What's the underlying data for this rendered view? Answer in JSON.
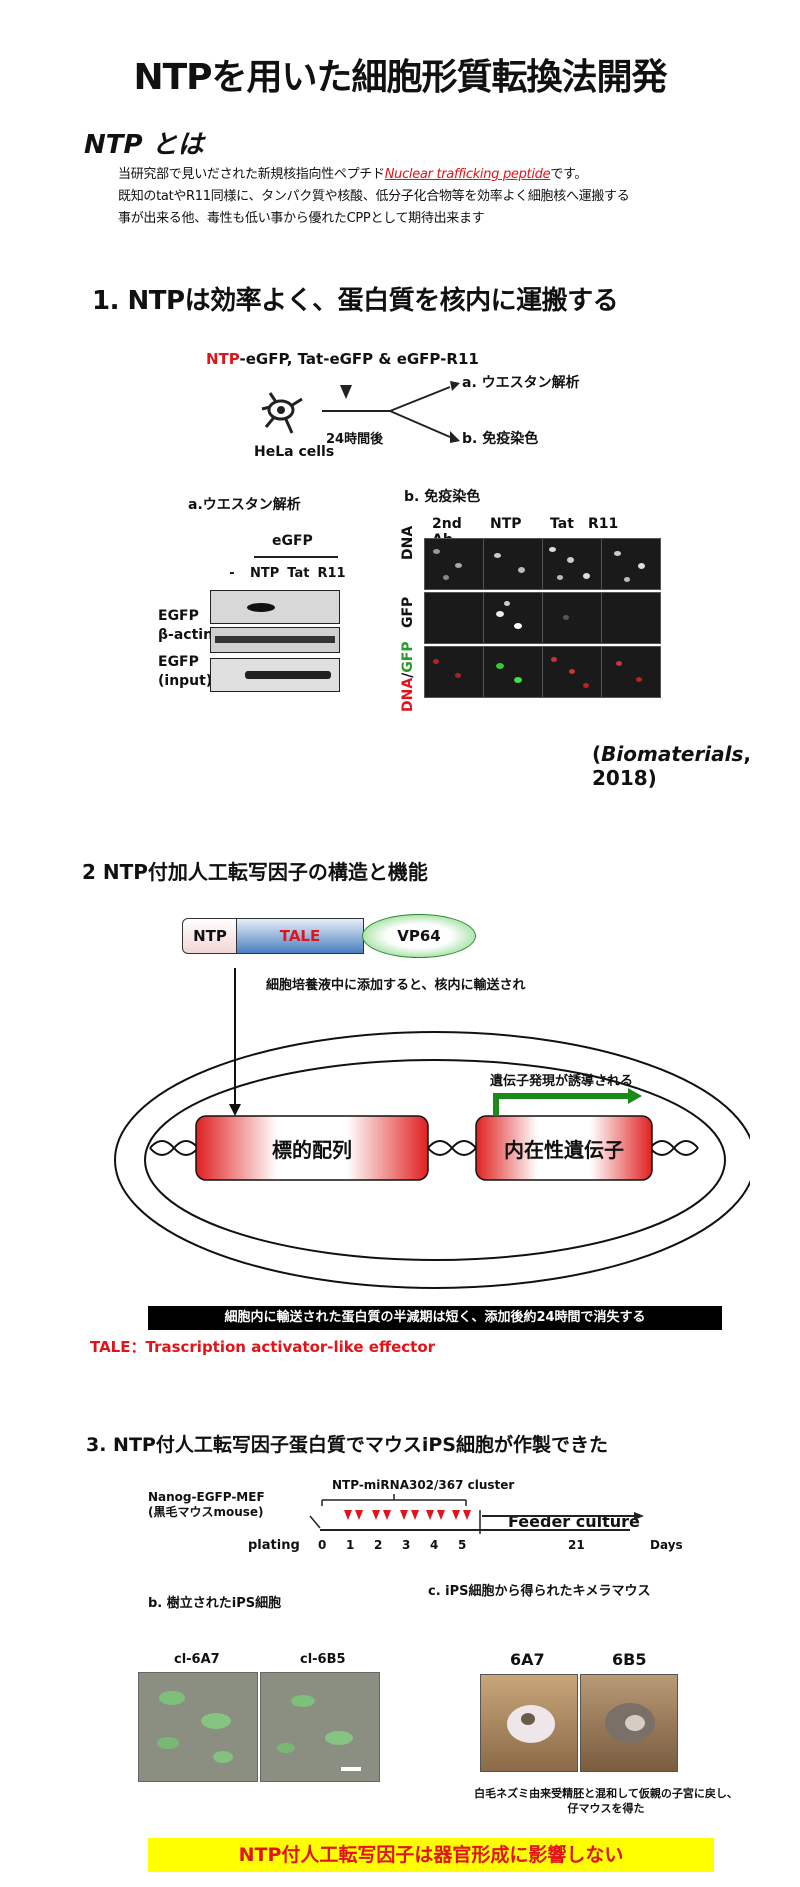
{
  "title": "NTPを用いた細胞形質転換法開発",
  "intro": {
    "heading": "NTP とは",
    "line1_pre": "当研究部で見いだされた新規核指向性ペプチド",
    "line1_link": "Nuclear trafficking peptide",
    "line1_post": "です。",
    "line2": "既知のtatやR11同様に、タンパク質や核酸、低分子化合物等を効率よく細胞核へ運搬する",
    "line3": "事が出来る他、毒性も低い事から優れたCPPとして期待出来ます"
  },
  "section1": {
    "heading": "1. NTPは効率よく、蛋白質を核内に運搬する",
    "constructs_red": "NTP",
    "constructs_rest": "-eGFP, Tat-eGFP & eGFP-R11",
    "cell_label": "HeLa cells",
    "time_label": "24時間後",
    "branch_a": "a. ウエスタン解析",
    "branch_b": "b. 免疫染色",
    "western": {
      "heading": "a.ウエスタン解析",
      "group_label": "eGFP",
      "lanes": [
        "-",
        "NTP",
        "Tat",
        "R11"
      ],
      "row1": "EGFP",
      "row2": "β-actin",
      "row3a": "EGFP",
      "row3b": "(input)"
    },
    "immuno": {
      "heading": "b. 免疫染色",
      "cols": [
        "2nd Ab",
        "NTP",
        "Tat",
        "R11"
      ],
      "rows": [
        "DNA",
        "GFP",
        "DNA/GFP"
      ],
      "merge_dna": "DNA",
      "merge_sep": "/",
      "merge_gfp": "GFP"
    },
    "citation_journal": "Biomaterials",
    "citation_year": ", 2018)",
    "citation_open": "("
  },
  "section2": {
    "heading": "2 NTP付加人工転写因子の構造と機能",
    "ntp": "NTP",
    "tale": "TALE",
    "vp64": "VP64",
    "add_text": "細胞培養液中に添加すると、核内に輸送され",
    "induce_text": "遺伝子発現が誘導される",
    "target_seq": "標的配列",
    "endogenous_gene": "内在性遺伝子",
    "halflife_text": "細胞内に輸送された蛋白質の半減期は短く、添加後約24時間で消失する",
    "tale_def": "TALE：Trascription activator-like effector"
  },
  "section3": {
    "heading": "3. NTP付人工転写因子蛋白質でマウスiPS細胞が作製できた",
    "cluster_label": "NTP-miRNA302/367 cluster",
    "mef_line1": "Nanog-EGFP-MEF",
    "mef_line2": "(黒毛マウスmouse)",
    "plating": "plating",
    "ticks": [
      "0",
      "1",
      "2",
      "3",
      "4",
      "5"
    ],
    "day21": "21",
    "days": "Days",
    "feeder": "Feeder culture",
    "ips_heading": "b. 樹立されたiPS細胞",
    "clone1": "cl-6A7",
    "clone2": "cl-6B5",
    "chimera_heading": "c. iPS細胞から得られたキメラマウス",
    "mouse1": "6A7",
    "mouse2": "6B5",
    "chimera_line1": "白毛ネズミ由来受精胚と混和して仮親の子宮に戻し、",
    "chimera_line2": "仔マウスを得た"
  },
  "conclusion": "NTP付人工転写因子は器官形成に影響しない",
  "colors": {
    "accent_red": "#e0141a",
    "highlight_yellow": "#ffff00",
    "tale_blue": "#4a7fc0",
    "vp64_green": "#2e8b2e",
    "arrow_green": "#1a8a1a"
  }
}
